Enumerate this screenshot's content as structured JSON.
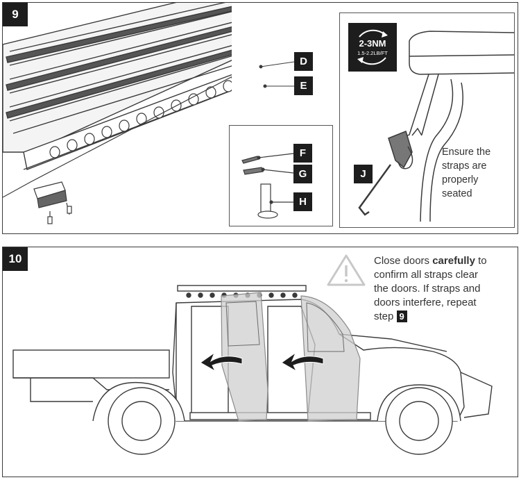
{
  "step9": {
    "badge": "9",
    "parts": {
      "d": "D",
      "e": "E",
      "f": "F",
      "g": "G",
      "h": "H",
      "j": "J"
    },
    "torque": {
      "value": "2-3NM",
      "range": "1.5-2.2LB/FT"
    },
    "note": [
      "Ensure the",
      "straps are",
      "properly",
      "seated"
    ]
  },
  "step10": {
    "badge": "10",
    "note": {
      "line1_pre": "Close doors ",
      "line1_bold": "carefully",
      "line1_post": " to",
      "line2": "confirm all straps clear",
      "line3": "the doors. If straps and",
      "line4": "doors interfere, repeat",
      "line5_pre": "step ",
      "step_ref": "9"
    }
  },
  "colors": {
    "badge_bg": "#1d1d1d",
    "line": "#3a3a3a",
    "door_shade": "#cfcfcf"
  }
}
